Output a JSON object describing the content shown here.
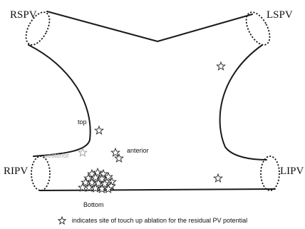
{
  "vein_labels": {
    "rspv": "RSPV",
    "lspv": "LSPV",
    "ripv": "RIPV",
    "lipv": "LIPV"
  },
  "region_labels": {
    "top": "top",
    "posterior": "posterior",
    "anterior": "anterior",
    "bottom": "Bottom"
  },
  "legend": {
    "text": "indicates site of touch up ablation for the residual PV potential",
    "icon": "star-icon"
  },
  "colors": {
    "outline": "#1a1a1a",
    "faded_label": "#a8a8a8",
    "star_fill": "#ffffff"
  },
  "ablation_site_count": 24
}
